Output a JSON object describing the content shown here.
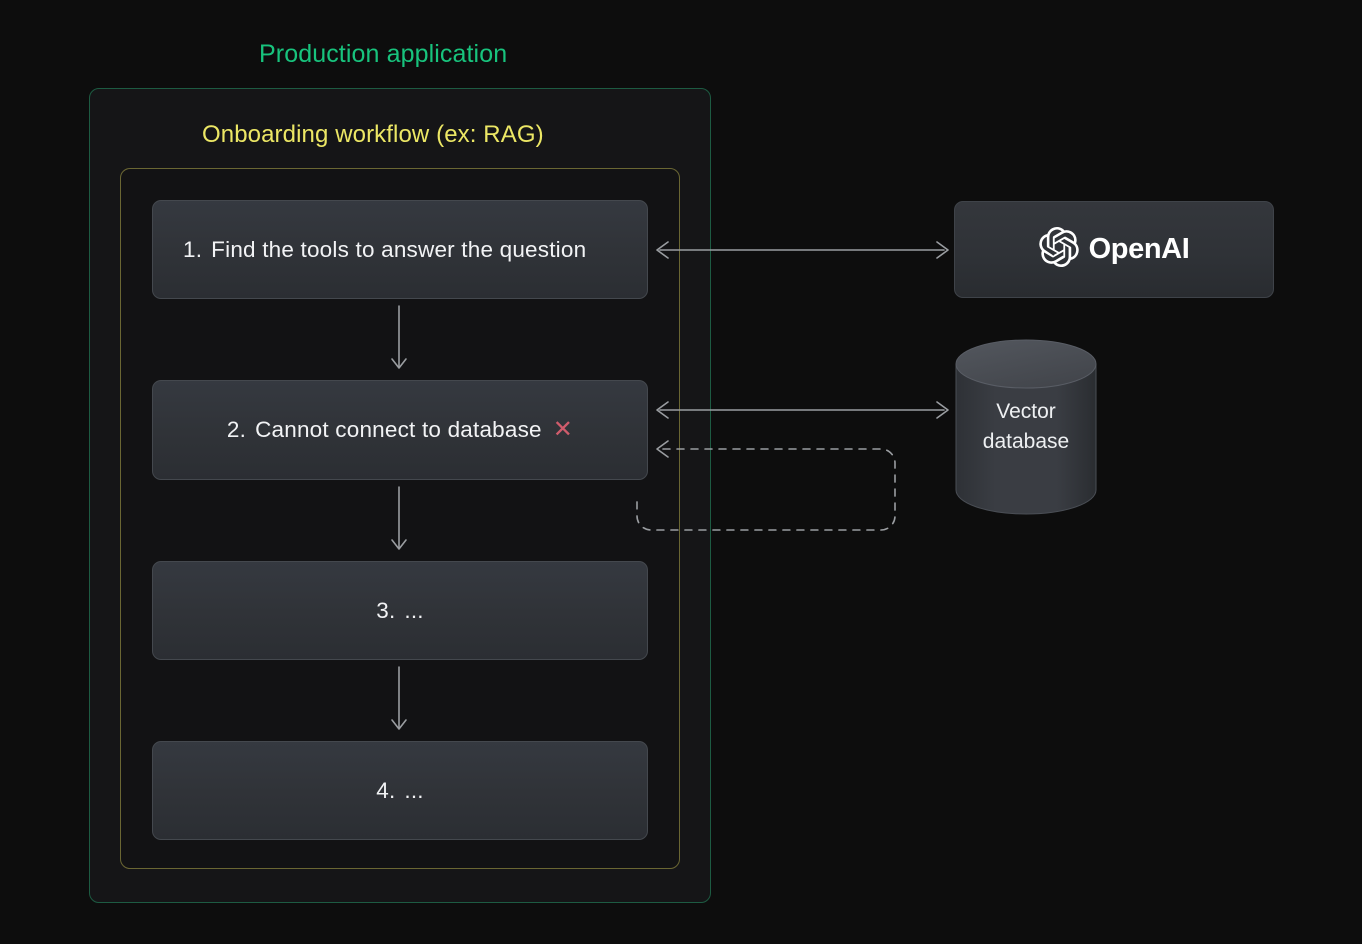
{
  "diagram": {
    "background_color": "#0d0d0d",
    "outer_container": {
      "title": "Production application",
      "title_color": "#18c37d",
      "border_color": "#1d5b42"
    },
    "inner_container": {
      "title": "Onboarding workflow (ex: RAG)",
      "title_color": "#ece765",
      "border_color": "#6a6633"
    },
    "steps": [
      {
        "num": "1.",
        "label": "Find the tools to answer the question",
        "status": ""
      },
      {
        "num": "2.",
        "label": "Cannot connect to database",
        "status": "✕"
      },
      {
        "num": "3.",
        "label": "...",
        "status": ""
      },
      {
        "num": "4.",
        "label": "...",
        "status": ""
      }
    ],
    "error_color": "#cf5c6c",
    "services": {
      "openai": {
        "name": "OpenAI",
        "icon": "openai-blossom-logo"
      },
      "vector_db": {
        "line1": "Vector",
        "line2": "database",
        "shape": "cylinder"
      }
    },
    "connections": [
      {
        "from": "step-1",
        "to": "openai",
        "kind": "bidirectional-solid"
      },
      {
        "from": "step-2",
        "to": "vector-db",
        "kind": "bidirectional-solid"
      },
      {
        "from": "vector-db-retry",
        "to": "step-2",
        "kind": "dashed-loop"
      }
    ],
    "edge_color": "#9a9da1"
  }
}
